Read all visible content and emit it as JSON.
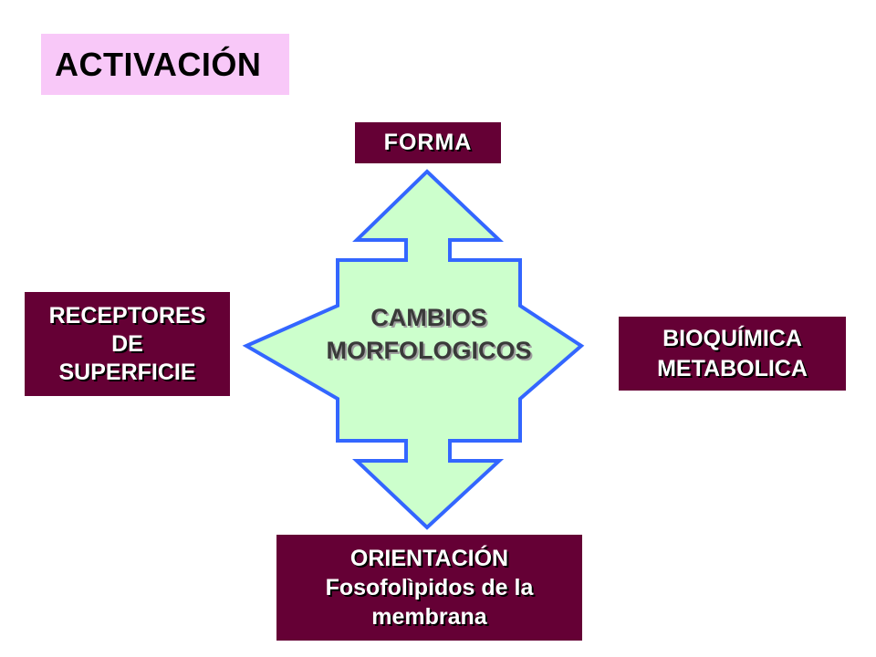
{
  "title": "ACTIVACIÓN",
  "center": {
    "line1": "CAMBIOS",
    "line2": "MORFOLOGICOS"
  },
  "boxes": {
    "top": {
      "line1": "FORMA"
    },
    "left": {
      "line1": "RECEPTORES",
      "line2": "DE",
      "line3": "SUPERFICIE"
    },
    "right": {
      "line1": "BIOQUÍMICA",
      "line2": "METABOLICA"
    },
    "bottom": {
      "line1": "ORIENTACIÓN",
      "line2": "Fosofolìpidos de la",
      "line3": "membrana"
    }
  },
  "colors": {
    "title_background": "#f8c8f8",
    "box_fill": "#650035",
    "box_text": "#ffffff",
    "arrow_fill": "#ccffcc",
    "arrow_stroke": "#3366ff"
  }
}
